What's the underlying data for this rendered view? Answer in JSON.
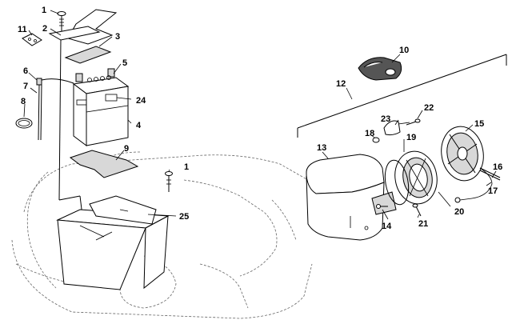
{
  "callouts": {
    "c1a": "1",
    "c2": "2",
    "c3": "3",
    "c4": "4",
    "c5": "5",
    "c6": "6",
    "c7": "7",
    "c8": "8",
    "c9": "9",
    "c10": "10",
    "c11": "11",
    "c12": "12",
    "c13": "13",
    "c14": "14",
    "c15": "15",
    "c16": "16",
    "c17": "17",
    "c18": "18",
    "c19": "19",
    "c20": "20",
    "c21": "21",
    "c22": "22",
    "c23": "23",
    "c24": "24",
    "c25": "25",
    "c1b": "1"
  }
}
